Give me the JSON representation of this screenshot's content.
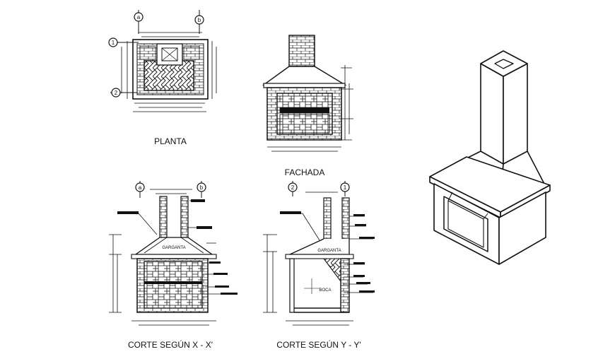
{
  "drawing": {
    "planta_label": "PLANTA",
    "fachada_label": "FACHADA",
    "corte_x_label": "CORTE SEGÚN X - X'",
    "corte_y_label": "CORTE SEGÚN Y - Y'",
    "garganta_label": "GARGANTA",
    "boca_label": "BOCA",
    "grid_labels": {
      "a": "a",
      "b": "b",
      "one": "1",
      "two": "2"
    }
  },
  "colors": {
    "line": "#111111",
    "background": "#ffffff"
  }
}
